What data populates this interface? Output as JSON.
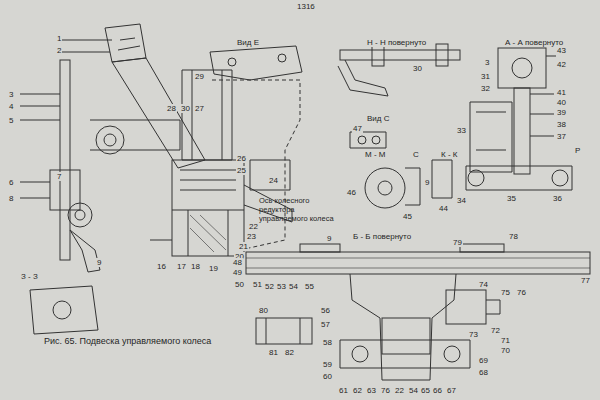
{
  "diagram": {
    "caption": "Рис. 65. Подвеска управляемого колеса",
    "labels": [
      "1316",
      "Вид Е",
      "Н - Н повернуто",
      "А - А повернуто",
      "1",
      "2",
      "3",
      "4",
      "5",
      "6",
      "7",
      "8",
      "9",
      "29",
      "28",
      "30",
      "27",
      "26",
      "25",
      "24",
      "23",
      "22",
      "21",
      "20",
      "19",
      "18",
      "17",
      "16",
      "Ось колесного редуктора управляемого колеса",
      "З - З",
      "30",
      "Вид С",
      "47",
      "М - М",
      "С",
      "К - К",
      "46",
      "45",
      "9",
      "44",
      "3",
      "31",
      "32",
      "43",
      "42",
      "41",
      "40",
      "39",
      "38",
      "33",
      "37",
      "Р",
      "34",
      "35",
      "36",
      "Б - Б повернуто",
      "9",
      "79",
      "78",
      "77",
      "76",
      "75",
      "74",
      "73",
      "72",
      "71",
      "70",
      "69",
      "68",
      "48",
      "49",
      "50",
      "51",
      "52",
      "53",
      "54",
      "55",
      "56",
      "57",
      "58",
      "59",
      "60",
      "80",
      "81",
      "82",
      "61",
      "62",
      "63",
      "76",
      "22",
      "54",
      "65",
      "66",
      "67"
    ]
  }
}
